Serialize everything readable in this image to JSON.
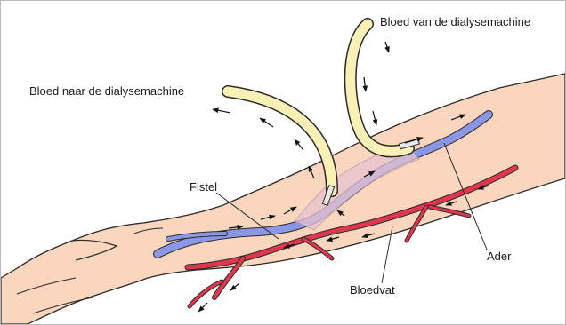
{
  "labels": {
    "blood_from_machine": "Bloed van de dialysemachine",
    "blood_to_machine": "Bloed naar de dialysemachine",
    "fistula": "Fistel",
    "vein": "Ader",
    "blood_vessel": "Bloedvat"
  },
  "colors": {
    "skin": "#f9d6bd",
    "skin_outline": "#2a2a2a",
    "vein": "#8b97e6",
    "artery": "#e0374e",
    "needle_tube": "#f8f0b4",
    "flow_arrow": "#111111"
  }
}
